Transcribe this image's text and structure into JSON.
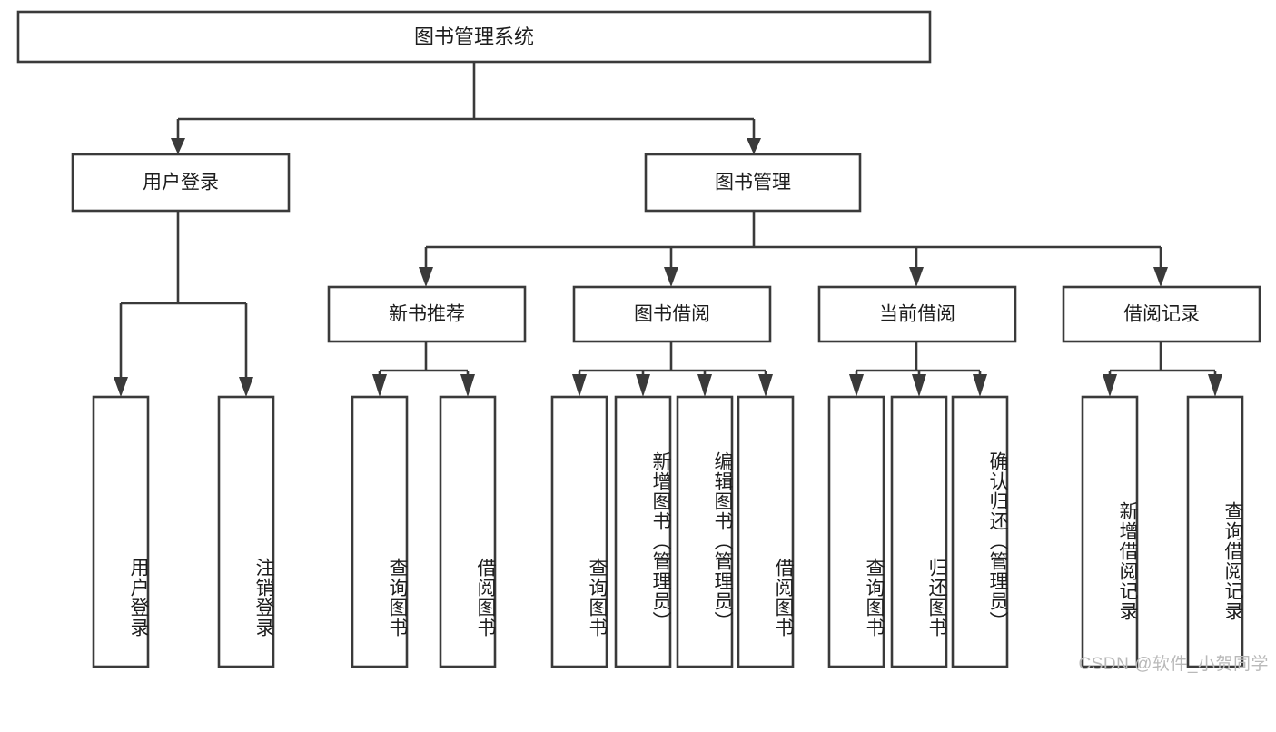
{
  "diagram": {
    "type": "tree",
    "title": "图书管理系统",
    "orientation": "top-down",
    "colors": {
      "stroke": "#3a3a3a",
      "box_fill": "#ffffff",
      "text": "#1d1d1d",
      "background": "#ffffff",
      "watermark": "#b9b9b9"
    },
    "root": {
      "label": "图书管理系统"
    },
    "level2": [
      {
        "id": "user-login",
        "label": "用户登录"
      },
      {
        "id": "book-manage",
        "label": "图书管理"
      }
    ],
    "level3": [
      {
        "id": "new-book-recommend",
        "label": "新书推荐",
        "parent": "book-manage"
      },
      {
        "id": "book-borrow",
        "label": "图书借阅",
        "parent": "book-manage"
      },
      {
        "id": "current-borrow",
        "label": "当前借阅",
        "parent": "book-manage"
      },
      {
        "id": "borrow-record",
        "label": "借阅记录",
        "parent": "book-manage"
      }
    ],
    "leaves": {
      "user-login": [
        {
          "id": "leaf-user-login",
          "label": "用户登录"
        },
        {
          "id": "leaf-user-logout",
          "label": "注销登录"
        }
      ],
      "new-book-recommend": [
        {
          "id": "leaf-query-book-1",
          "label": "查询图书"
        },
        {
          "id": "leaf-borrow-book-1",
          "label": "借阅图书"
        }
      ],
      "book-borrow": [
        {
          "id": "leaf-query-book-2",
          "label": "查询图书"
        },
        {
          "id": "leaf-add-book",
          "label": "新增图书（管理员）"
        },
        {
          "id": "leaf-edit-book",
          "label": "编辑图书（管理员）"
        },
        {
          "id": "leaf-borrow-book-2",
          "label": "借阅图书"
        }
      ],
      "current-borrow": [
        {
          "id": "leaf-query-book-3",
          "label": "查询图书"
        },
        {
          "id": "leaf-return-book",
          "label": "归还图书"
        },
        {
          "id": "leaf-confirm-return",
          "label": "确认归还（管理员）"
        }
      ],
      "borrow-record": [
        {
          "id": "leaf-add-record",
          "label": "新增借阅记录"
        },
        {
          "id": "leaf-query-record",
          "label": "查询借阅记录"
        }
      ]
    }
  },
  "watermark": {
    "text": "CSDN @软件_小贺同学"
  }
}
